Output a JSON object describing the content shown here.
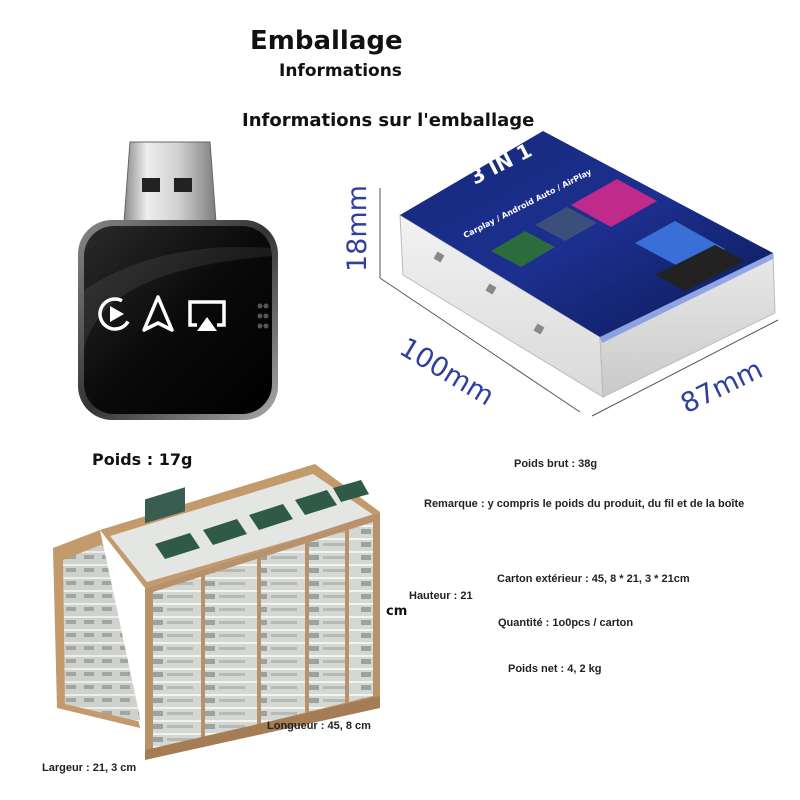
{
  "header": {
    "title": "Emballage",
    "subtitle": "Informations",
    "section_title": "Informations sur l'emballage"
  },
  "product": {
    "weight": "Poids : 17g"
  },
  "box": {
    "front_title": "3 IN 1",
    "front_subtitle": "Carplay / Android Auto / AirPlay",
    "dim_height": "18mm",
    "dim_length": "100mm",
    "dim_width": "87mm"
  },
  "specs": {
    "gross_weight": "Poids brut : 38g",
    "remark": "Remarque : y compris le poids du produit, du fil et de la boîte",
    "outer_carton": "Carton extérieur : 45, 8 * 21, 3 * 21cm",
    "quantity": "Quantité : 1o0pcs / carton",
    "net_weight": "Poids net : 4, 2 kg"
  },
  "carton_labels": {
    "height": "Hauteur : 21",
    "height_unit": "cm",
    "length": "Longueur : 45, 8 cm",
    "width": "Largeur : 21, 3 cm"
  },
  "colors": {
    "dimension_text": "#2f3f9e",
    "carton_brown": "#b8926a",
    "adapter_body": "#111111"
  },
  "icons": [
    "carplay-icon",
    "android-auto-icon",
    "airplay-icon"
  ]
}
